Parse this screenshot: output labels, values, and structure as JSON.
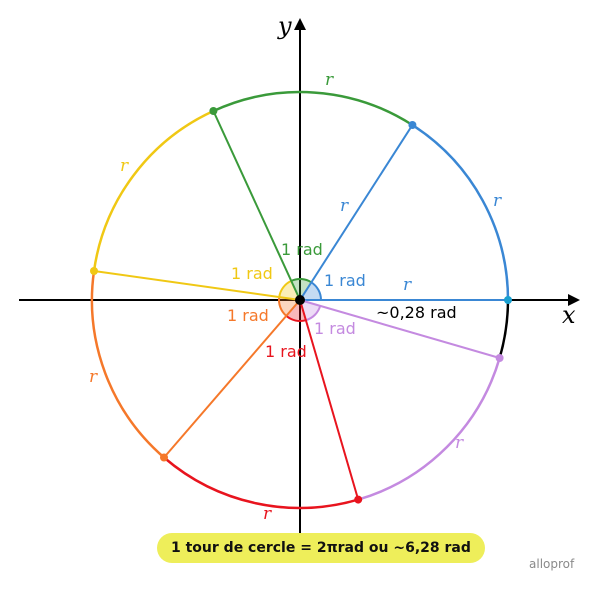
{
  "axes": {
    "x_label": "x",
    "y_label": "y"
  },
  "colors": {
    "blue": "#3a87d4",
    "green": "#3a9a3a",
    "yellow": "#f0c814",
    "orange": "#f5782a",
    "red": "#e8141e",
    "purple": "#c48ae0",
    "black": "#000000",
    "caption_bg": "#eeee5a"
  },
  "labels": {
    "rad_blue": "1 rad",
    "rad_green": "1 rad",
    "rad_yellow": "1 rad",
    "rad_orange": "1 rad",
    "rad_red": "1 rad",
    "rad_purple": "1 rad",
    "remainder": "~0,28 rad",
    "r": "r"
  },
  "arc_labels": [
    "r",
    "r",
    "r",
    "r",
    "r",
    "r",
    "r",
    "r"
  ],
  "caption": "1 tour de cercle = 2πrad ou ~6,28 rad",
  "logo": "alloprof"
}
